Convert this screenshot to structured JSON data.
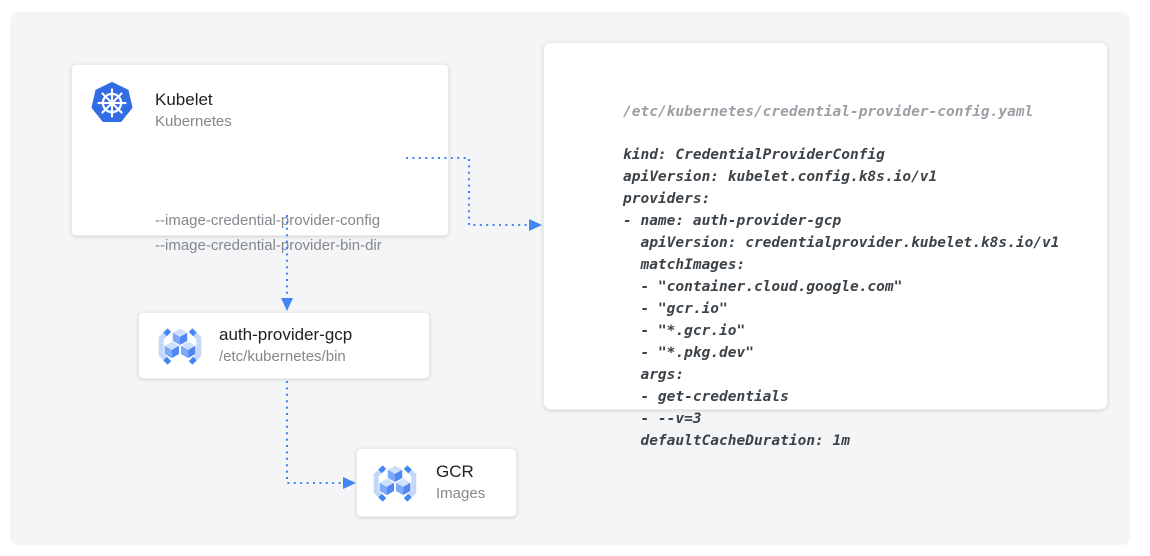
{
  "colors": {
    "canvas_bg": "#f4f5f6",
    "accent_blue": "#4285f4",
    "kubernetes_blue": "#326ce5",
    "cube_top": "#cfe0fd",
    "cube_left": "#7caaf8",
    "cube_right": "#5286f5",
    "bracket_light": "#c3d7fb",
    "title_text": "#202124",
    "muted_text": "#84888d",
    "code_text": "#3b4248",
    "code_path_text": "#9aa0a6"
  },
  "nodes": {
    "kubelet": {
      "title": "Kubelet",
      "subtitle": "Kubernetes",
      "icon": "kubernetes-helm-icon",
      "flags": {
        "config": "--image-credential-provider-config",
        "bin_dir": "--image-credential-provider-bin-dir"
      }
    },
    "auth_provider": {
      "title": "auth-provider-gcp",
      "subtitle": "/etc/kubernetes/bin",
      "icon": "container-registry-icon"
    },
    "gcr": {
      "title": "GCR",
      "subtitle": "Images",
      "icon": "container-registry-icon"
    }
  },
  "code_panel": {
    "file_path": "/etc/kubernetes/credential-provider-config.yaml",
    "yaml": "kind: CredentialProviderConfig\napiVersion: kubelet.config.k8s.io/v1\nproviders:\n- name: auth-provider-gcp\n  apiVersion: credentialprovider.kubelet.k8s.io/v1\n  matchImages:\n  - \"container.cloud.google.com\"\n  - \"gcr.io\"\n  - \"*.gcr.io\"\n  - \"*.pkg.dev\"\n  args:\n  - get-credentials\n  - --v=3\n  defaultCacheDuration: 1m"
  },
  "connections": [
    {
      "from": "kubelet (--image-credential-provider-config)",
      "to": "credential-provider-config.yaml",
      "style": "dotted-arrow"
    },
    {
      "from": "kubelet (--image-credential-provider-bin-dir)",
      "to": "auth-provider-gcp",
      "style": "dotted-arrow"
    },
    {
      "from": "auth-provider-gcp",
      "to": "GCR Images",
      "style": "dotted-arrow"
    }
  ]
}
